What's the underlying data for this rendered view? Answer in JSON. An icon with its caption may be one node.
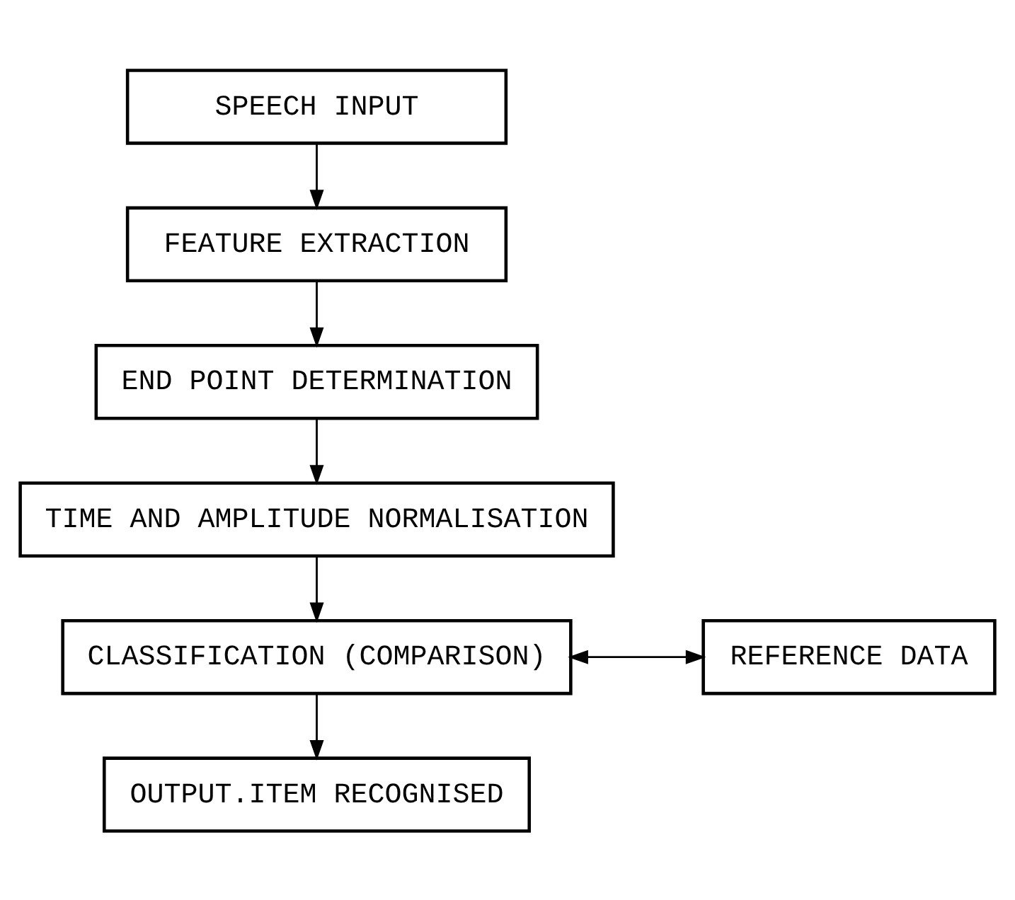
{
  "diagram": {
    "nodes": [
      {
        "text": [
          "SPEECH INPUT"
        ]
      },
      {
        "text": [
          "FEATURE EXTRACTION"
        ]
      },
      {
        "text": [
          "END POINT DETERMINATION"
        ]
      },
      {
        "text": [
          "TIME AND AMPLITUDE NORMALISATION"
        ]
      },
      {
        "text": [
          "CLASSIFICATION (COMPARISON)"
        ]
      },
      {
        "text": [
          "REFERENCE DATA"
        ]
      },
      {
        "text": [
          "OUTPUT.ITEM RECOGNISED"
        ]
      }
    ],
    "edges": [
      {
        "from": 0,
        "to": 1,
        "arrow": "to"
      },
      {
        "from": 1,
        "to": 2,
        "arrow": "to"
      },
      {
        "from": 2,
        "to": 3,
        "arrow": "to"
      },
      {
        "from": 3,
        "to": 4,
        "arrow": "to"
      },
      {
        "from": 4,
        "to": 5,
        "arrow": "both"
      },
      {
        "from": 4,
        "to": 6,
        "arrow": "to"
      }
    ]
  }
}
